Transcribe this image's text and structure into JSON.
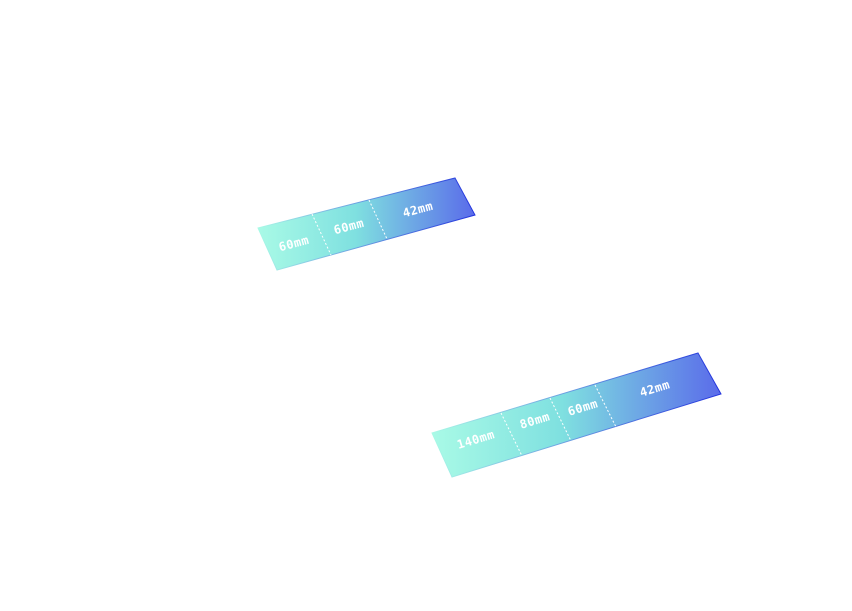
{
  "strips": [
    {
      "segments": [
        {
          "label": "60mm",
          "length": 60
        },
        {
          "label": "60mm",
          "length": 60
        },
        {
          "label": "42mm",
          "length": 42
        }
      ]
    },
    {
      "segments": [
        {
          "label": "140mm",
          "length": 140
        },
        {
          "label": "80mm",
          "length": 80
        },
        {
          "label": "60mm",
          "length": 60
        },
        {
          "label": "42mm",
          "length": 42
        }
      ]
    }
  ],
  "colors": {
    "gradient_start": "#a9fae6",
    "gradient_mid": "#7fe0e0",
    "gradient_end": "#5a6bea",
    "outline_end": "#2233dd",
    "label": "#ffffff"
  }
}
